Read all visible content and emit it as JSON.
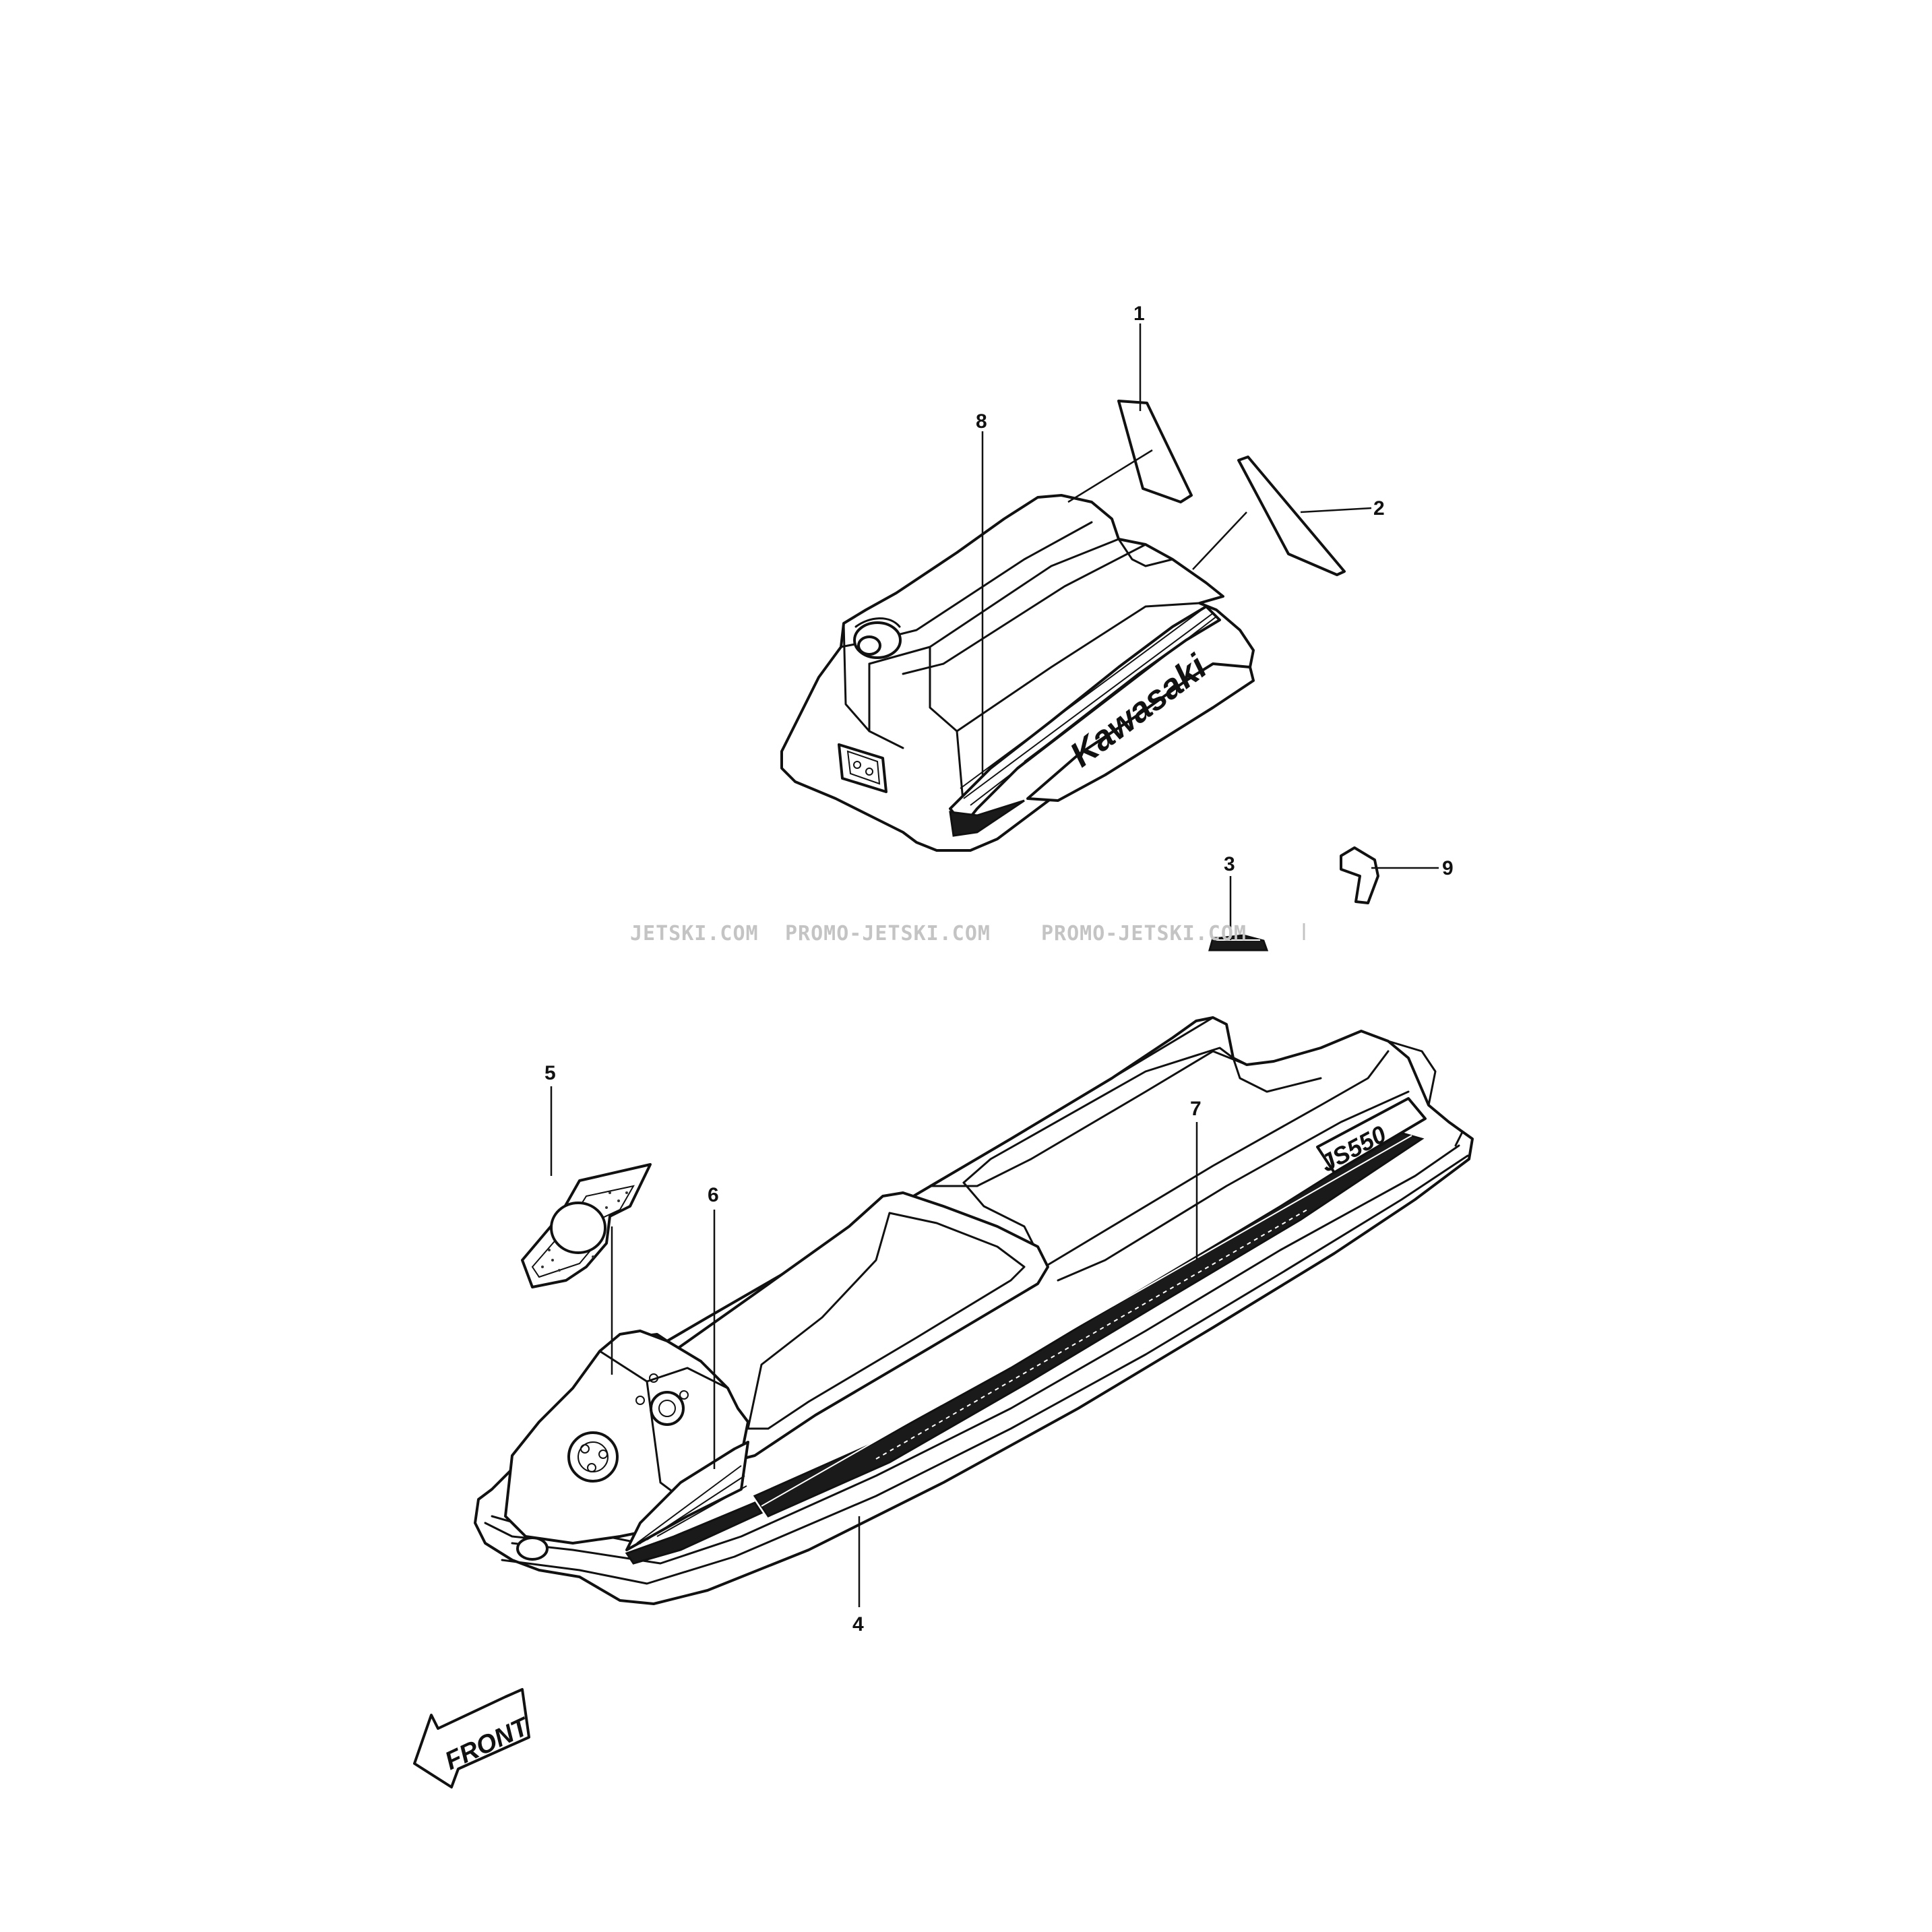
{
  "watermark": {
    "text_1": "JETSKI.COM",
    "text_2": "PROMO-JETSKI.COM",
    "text_3": "PROMO-JETSKI.COM"
  },
  "logos": {
    "engine_cover_logo": "Kawasaki",
    "hull_model_logo": "JS550",
    "direction_label": "FRONT"
  },
  "callouts": [
    {
      "id": "1",
      "label": "1"
    },
    {
      "id": "2",
      "label": "2"
    },
    {
      "id": "3",
      "label": "3"
    },
    {
      "id": "4",
      "label": "4"
    },
    {
      "id": "5",
      "label": "5"
    },
    {
      "id": "6",
      "label": "6"
    },
    {
      "id": "7",
      "label": "7"
    },
    {
      "id": "8",
      "label": "8"
    },
    {
      "id": "9",
      "label": "9"
    }
  ],
  "colors": {
    "line": "#111111",
    "background": "#ffffff",
    "watermark": "#c4c4c4"
  }
}
